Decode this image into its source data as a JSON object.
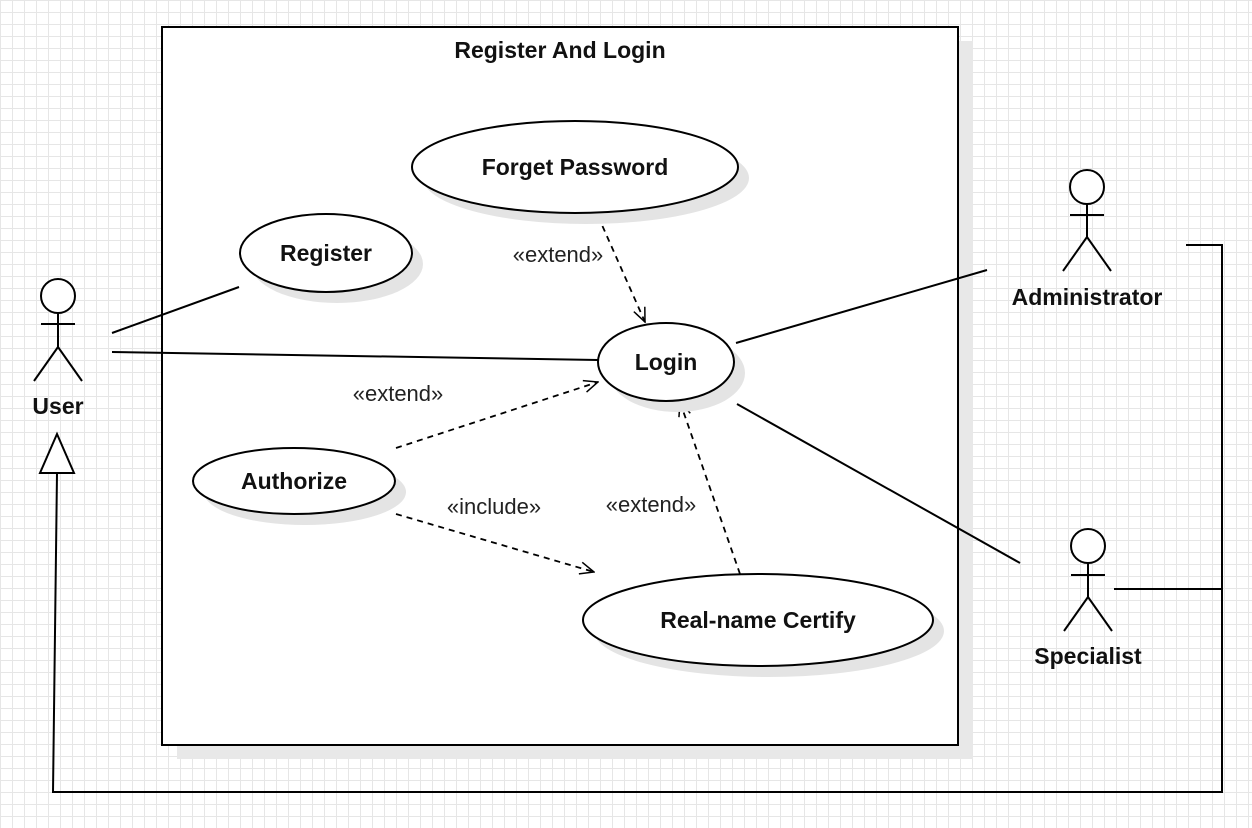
{
  "system": {
    "title": "Register And Login"
  },
  "use_cases": {
    "forget_password": "Forget Password",
    "register": "Register",
    "login": "Login",
    "authorize": "Authorize",
    "real_name_certify": "Real-name Certify"
  },
  "actors": {
    "user": "User",
    "administrator": "Administrator",
    "specialist": "Specialist"
  },
  "relations": {
    "forget_password_to_login": "«extend»",
    "authorize_to_login": "«extend»",
    "authorize_to_certify": "«include»",
    "certify_to_login": "«extend»"
  }
}
